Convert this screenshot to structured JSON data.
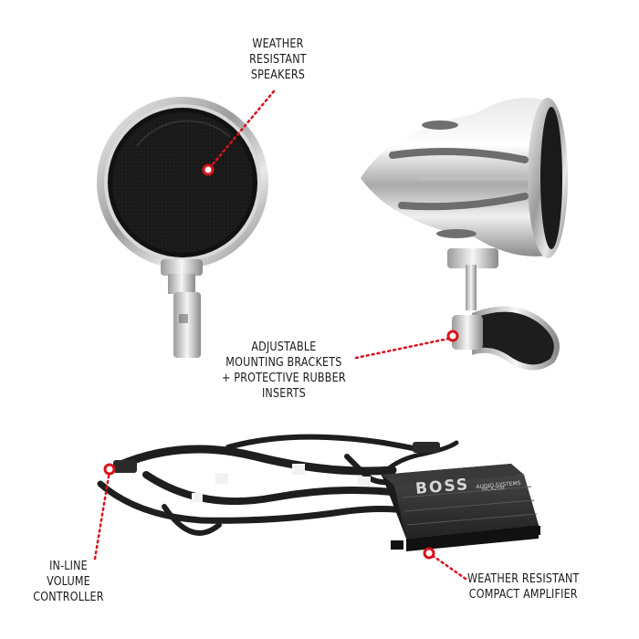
{
  "callouts": {
    "speakers": [
      "WEATHER",
      "RESISTANT",
      "SPEAKERS"
    ],
    "brackets": [
      "ADJUSTABLE",
      "MOUNTING BRACKETS",
      "+ PROTECTIVE RUBBER",
      "INSERTS"
    ],
    "volume": [
      "IN-LINE",
      "VOLUME",
      "CONTROLLER"
    ],
    "amplifier": [
      "WEATHER RESISTANT",
      "COMPACT AMPLIFIER"
    ]
  },
  "amplifier_branding": {
    "brand": "BOSS",
    "sub": "AUDIO SYSTEMS",
    "model": "MC420B"
  },
  "colors": {
    "callout_dot": "#d8121b",
    "chrome": "#c9c9c9",
    "amp_body": "#2b2b2b"
  }
}
